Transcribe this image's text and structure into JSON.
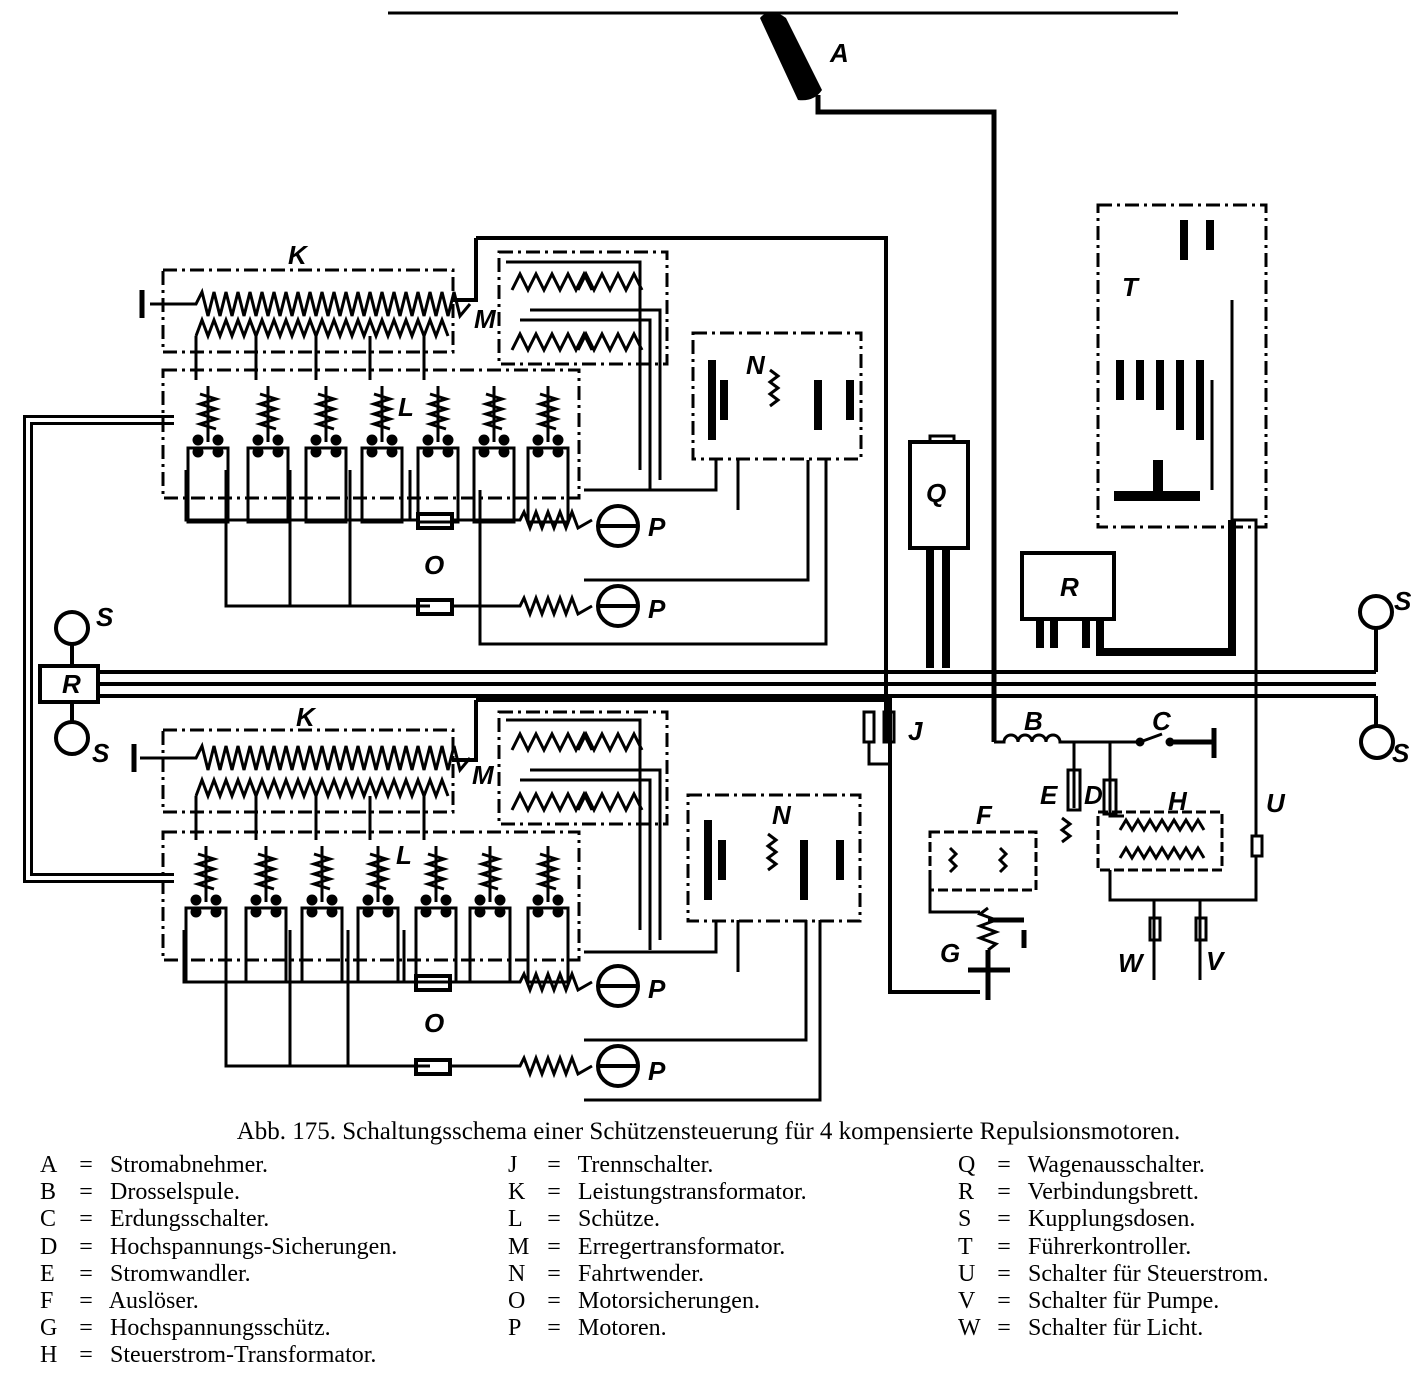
{
  "diagram": {
    "labels": {
      "A": "A",
      "B": "B",
      "C": "C",
      "D": "D",
      "E": "E",
      "F": "F",
      "G": "G",
      "H": "H",
      "J": "J",
      "K": "K",
      "L": "L",
      "M": "M",
      "N": "N",
      "O": "O",
      "P": "P",
      "Q": "Q",
      "R": "R",
      "S": "S",
      "T": "T",
      "U": "U",
      "V": "V",
      "W": "W"
    }
  },
  "caption": "Abb. 175. Schaltungsschema einer Schützensteuerung für 4 kompensierte Repulsionsmotoren.",
  "legend": {
    "col1": [
      {
        "key": "A",
        "text": "Stromabnehmer."
      },
      {
        "key": "B",
        "text": "Drosselspule."
      },
      {
        "key": "C",
        "text": "Erdungsschalter."
      },
      {
        "key": "D",
        "text": "Hochspannungs-Sicherungen."
      },
      {
        "key": "E",
        "text": "Stromwandler."
      },
      {
        "key": "F",
        "text": "Auslöser."
      },
      {
        "key": "G",
        "text": "Hochspannungsschütz."
      },
      {
        "key": "H",
        "text": "Steuerstrom-Transformator."
      }
    ],
    "col2": [
      {
        "key": "J",
        "text": "Trennschalter."
      },
      {
        "key": "K",
        "text": "Leistungstransformator."
      },
      {
        "key": "L",
        "text": "Schütze."
      },
      {
        "key": "M",
        "text": "Erregertransformator."
      },
      {
        "key": "N",
        "text": "Fahrtwender."
      },
      {
        "key": "O",
        "text": "Motorsicherungen."
      },
      {
        "key": "P",
        "text": "Motoren."
      }
    ],
    "col3": [
      {
        "key": "Q",
        "text": "Wagenausschalter."
      },
      {
        "key": "R",
        "text": "Verbindungsbrett."
      },
      {
        "key": "S",
        "text": "Kupplungsdosen."
      },
      {
        "key": "T",
        "text": "Führerkontroller."
      },
      {
        "key": "U",
        "text": "Schalter für Steuerstrom."
      },
      {
        "key": "V",
        "text": "Schalter für Pumpe."
      },
      {
        "key": "W",
        "text": "Schalter für Licht."
      }
    ],
    "eq": "="
  }
}
